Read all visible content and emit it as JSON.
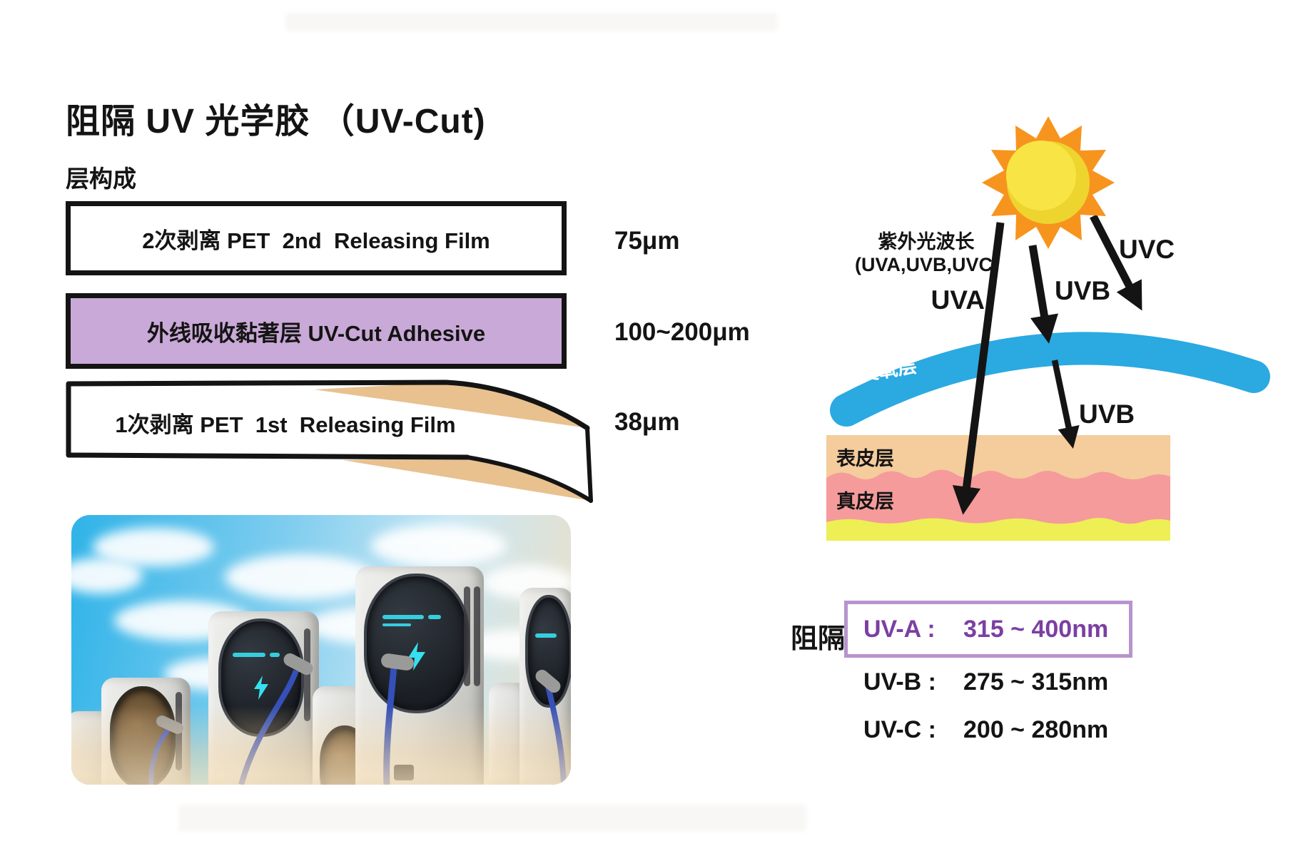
{
  "page": {
    "title": "阻隔 UV 光学胶 （UV-Cut)",
    "subtitle": "层构成"
  },
  "layers": [
    {
      "label": "2次剥离 PET  2nd  Releasing Film",
      "thickness": "75μm"
    },
    {
      "label": "外线吸收黏著层 UV-Cut Adhesive",
      "thickness": "100~200μm"
    },
    {
      "label": "1次剥离 PET  1st  Releasing Film",
      "thickness": "38μm"
    }
  ],
  "diagram": {
    "wavelength_title": "紫外光波长",
    "wavelength_sub": "(UVA,UVB,UVC)",
    "ray_uva": "UVA",
    "ray_uvb": "UVB",
    "ray_uvc": "UVC",
    "ray_uvb_lower": "UVB",
    "ozone_label": "臭氧层",
    "epidermis_label": "表皮层",
    "dermis_label": "真皮层"
  },
  "uv_table": {
    "block_label": "阻隔",
    "rows": [
      {
        "name": "UV-A :",
        "range": "315 ~ 400nm",
        "highlighted": "true"
      },
      {
        "name": "UV-B :",
        "range": "275 ~ 315nm",
        "highlighted": "false"
      },
      {
        "name": "UV-C :",
        "range": "200 ~ 280nm",
        "highlighted": "false"
      }
    ]
  },
  "colors": {
    "adhesive_purple": "#C9A9D7",
    "uv_text_purple": "#7B3FA3",
    "uv_box_border": "#B893CF",
    "ozone_blue": "#2BA9E1",
    "sun_orange": "#F7941E",
    "sun_yellow": "#F2D93B",
    "film_underside_tan": "#E8C18F",
    "epidermis_tan": "#F5CC9C",
    "dermis_pink": "#F59B9B",
    "subcutis_yellow": "#EDEF54",
    "ink": "#141414"
  }
}
